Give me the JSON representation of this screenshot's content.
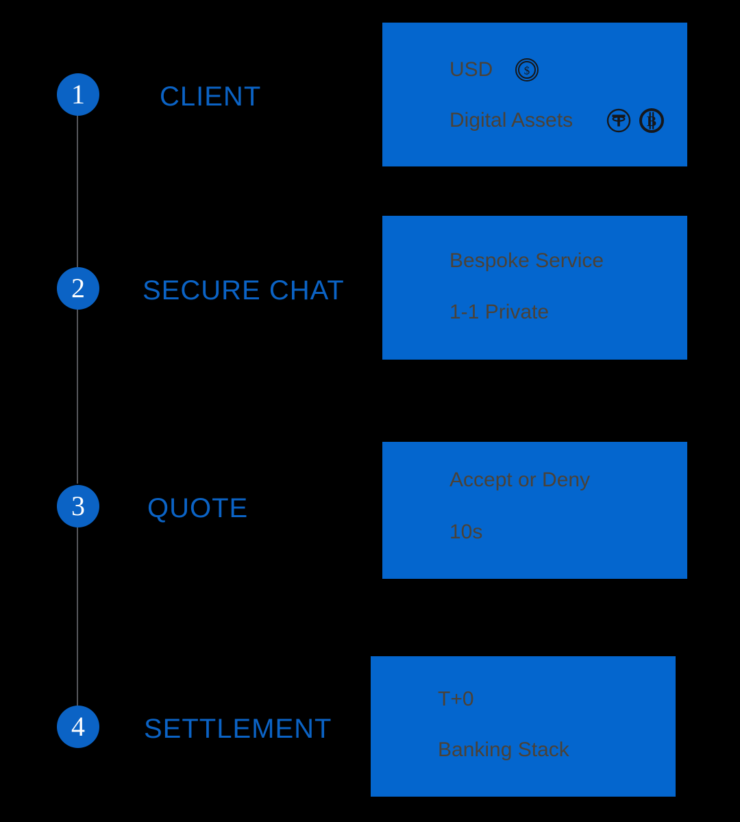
{
  "background_color": "#000000",
  "theme": {
    "accent_blue": "#0b63c5",
    "panel_blue": "#0466ce",
    "panel_text_color": "#4b4237",
    "marker_number_color": "#ffffff",
    "spine_color": "#55565a"
  },
  "diagram": {
    "type": "vertical-timeline",
    "orientation": "top-to-bottom",
    "step_count": 4,
    "steps": [
      {
        "number": "1",
        "label": "CLIENT",
        "panel": {
          "rows": [
            {
              "text": "USD",
              "icons": [
                "dollar-coin-icon"
              ]
            },
            {
              "text": "Digital Assets",
              "icons": [
                "tether-icon",
                "bitcoin-icon"
              ]
            }
          ]
        }
      },
      {
        "number": "2",
        "label": "SECURE CHAT",
        "panel": {
          "rows": [
            {
              "text": "Bespoke Service",
              "icons": []
            },
            {
              "text": "1-1 Private",
              "icons": []
            }
          ]
        }
      },
      {
        "number": "3",
        "label": "QUOTE",
        "panel": {
          "rows": [
            {
              "text": "Accept or Deny",
              "icons": []
            },
            {
              "text": "10s",
              "icons": []
            }
          ]
        }
      },
      {
        "number": "4",
        "label": "SETTLEMENT",
        "panel": {
          "rows": [
            {
              "text": "T+0",
              "icons": []
            },
            {
              "text": "Banking Stack",
              "icons": []
            }
          ]
        }
      }
    ]
  }
}
